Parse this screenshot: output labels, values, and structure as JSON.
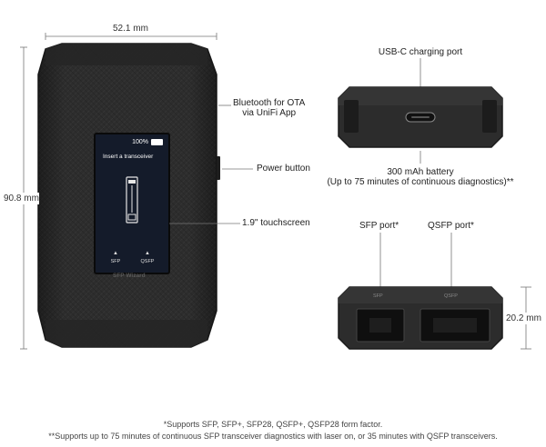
{
  "dimensions": {
    "width_label": "52.1 mm",
    "height_label": "90.8 mm",
    "depth_label": "20.2 mm"
  },
  "callouts": {
    "bluetooth": "Bluetooth for OTA",
    "bluetooth_sub": "via UniFi App",
    "power": "Power button",
    "touchscreen": "1.9\" touchscreen",
    "usbc": "USB-C charging port",
    "battery": "300 mAh battery",
    "battery_sub": "(Up to 75 minutes of continuous diagnostics)**",
    "sfp_port": "SFP port*",
    "qsfp_port": "QSFP port*"
  },
  "screen": {
    "battery": "100%",
    "prompt": "Insert a transceiver",
    "sfp_label": "SFP",
    "qsfp_label": "QSFP"
  },
  "device": {
    "brand": "SFP Wizard"
  },
  "bottom_ports": {
    "sfp": "SFP",
    "qsfp": "QSFP"
  },
  "footnotes": {
    "line1": "*Supports SFP, SFP+, SFP28, QSFP+, QSFP28 form factor.",
    "line2": "**Supports up to 75 minutes of continuous SFP transceiver diagnostics with laser on, or 35 minutes with QSFP transceivers."
  },
  "colors": {
    "body": "#2a2a2a",
    "screen_bg": "#141b2a",
    "line": "#666666"
  }
}
